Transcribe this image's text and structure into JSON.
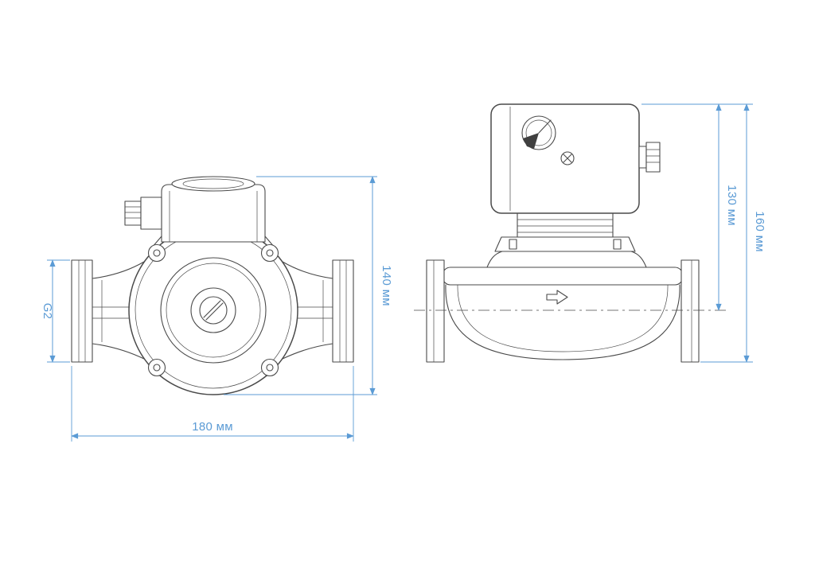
{
  "drawing": {
    "colors": {
      "line": "#4a4a4a",
      "dimension": "#5b9bd5",
      "background": "#ffffff"
    },
    "front_view": {
      "dimensions": {
        "connection_size": "G2",
        "height": "140 мм",
        "width": "180 мм"
      }
    },
    "side_view": {
      "dimensions": {
        "height_to_axis": "130 мм",
        "overall_height": "160 мм"
      }
    }
  }
}
